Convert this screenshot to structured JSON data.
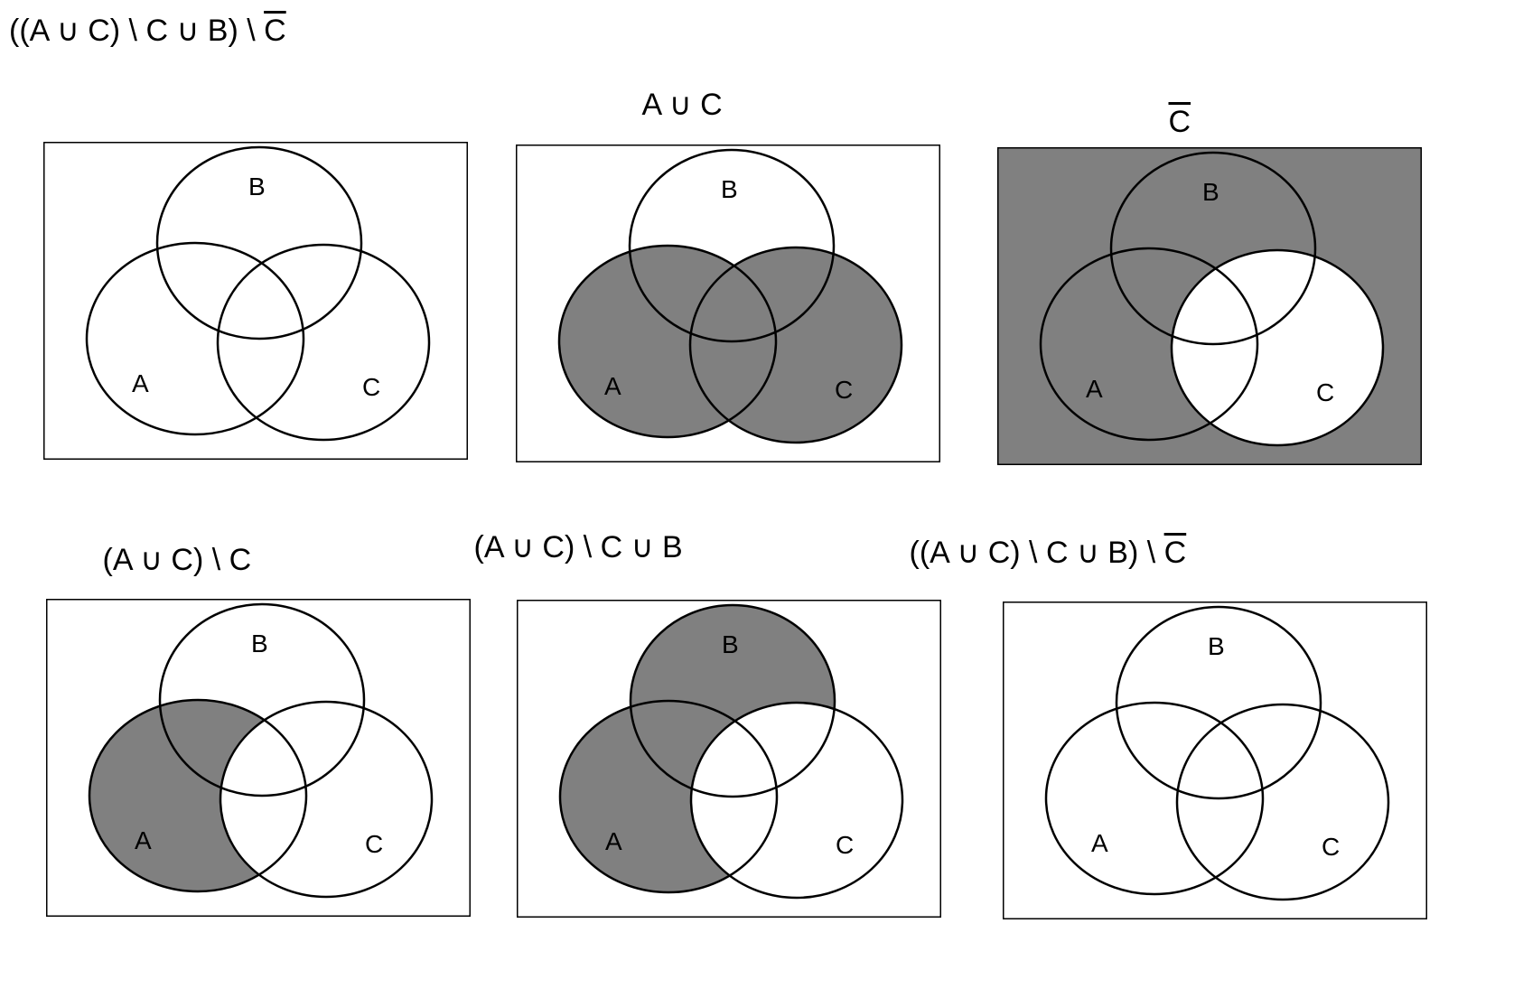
{
  "title": {
    "text_main": "((A ∪ C) \\ C ∪ B) \\ ",
    "text_overline": "C"
  },
  "colors": {
    "shade": "#808080",
    "background": "#ffffff",
    "stroke": "#000000"
  },
  "panels": [
    {
      "id": "p1",
      "title_main": "",
      "title_overline": "",
      "frame_shaded": false,
      "shaded_regions": [],
      "labels": {
        "A": "A",
        "B": "B",
        "C": "C"
      }
    },
    {
      "id": "p2",
      "title_main": "A ∪ C",
      "title_overline": "",
      "frame_shaded": false,
      "shaded_regions": [
        "A",
        "C"
      ],
      "labels": {
        "A": "A",
        "B": "B",
        "C": "C"
      }
    },
    {
      "id": "p3",
      "title_main": "",
      "title_overline": "C",
      "frame_shaded": true,
      "shaded_regions": [
        "not-C"
      ],
      "labels": {
        "A": "A",
        "B": "B",
        "C": "C"
      }
    },
    {
      "id": "p4",
      "title_main": "(A ∪ C) \\ C",
      "title_overline": "",
      "frame_shaded": false,
      "shaded_regions": [
        "A-minus-C"
      ],
      "labels": {
        "A": "A",
        "B": "B",
        "C": "C"
      }
    },
    {
      "id": "p5",
      "title_main": "(A ∪ C) \\ C ∪ B",
      "title_overline": "",
      "frame_shaded": false,
      "shaded_regions": [
        "A-minus-C",
        "B-minus-C"
      ],
      "labels": {
        "A": "A",
        "B": "B",
        "C": "C"
      }
    },
    {
      "id": "p6",
      "title_main": "((A ∪ C) \\ C ∪ B) \\ ",
      "title_overline": "C",
      "frame_shaded": false,
      "shaded_regions": [],
      "labels": {
        "A": "A",
        "B": "B",
        "C": "C"
      }
    }
  ]
}
